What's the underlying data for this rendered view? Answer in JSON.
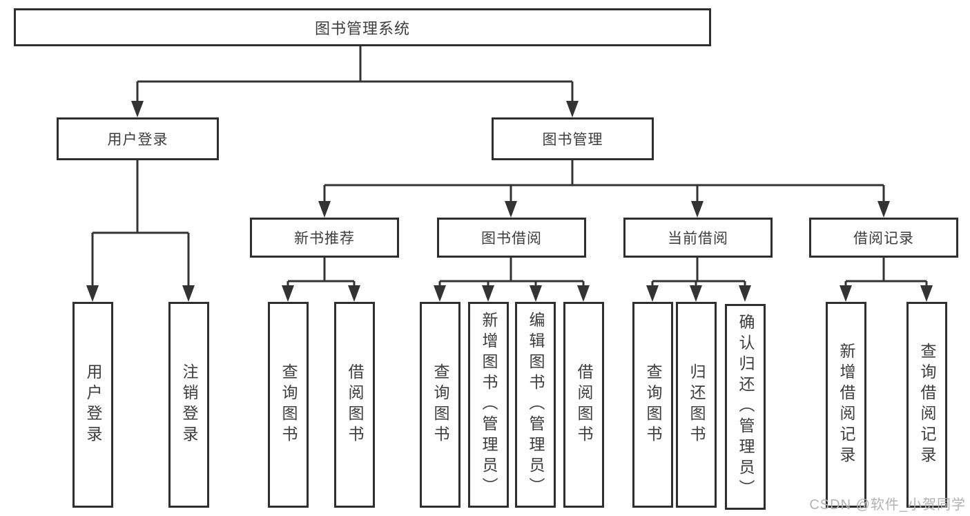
{
  "diagram": {
    "root": "图书管理系统",
    "level2": {
      "user_login": "用户登录",
      "book_management": "图书管理"
    },
    "level3": {
      "new_book_recommend": "新书推荐",
      "book_borrow": "图书借阅",
      "current_borrow": "当前借阅",
      "borrow_records": "借阅记录"
    },
    "leaves": {
      "user_login": [
        "用户登录",
        "注销登录"
      ],
      "new_book_recommend": [
        "查询图书",
        "借阅图书"
      ],
      "book_borrow": [
        "查询图书",
        "新增图书（管理员）",
        "编辑图书（管理员）",
        "借阅图书"
      ],
      "current_borrow": [
        "查询图书",
        "归还图书",
        "确认归还（管理员）"
      ],
      "borrow_records": [
        "新增借阅记录",
        "查询借阅记录"
      ]
    }
  },
  "watermark": "CSDN @软件_小贺同学",
  "colors": {
    "line": "#333333",
    "border": "#2e2e2e",
    "text": "#3d3d3d",
    "watermark": "#b3b1b1",
    "background": "#ffffff"
  }
}
